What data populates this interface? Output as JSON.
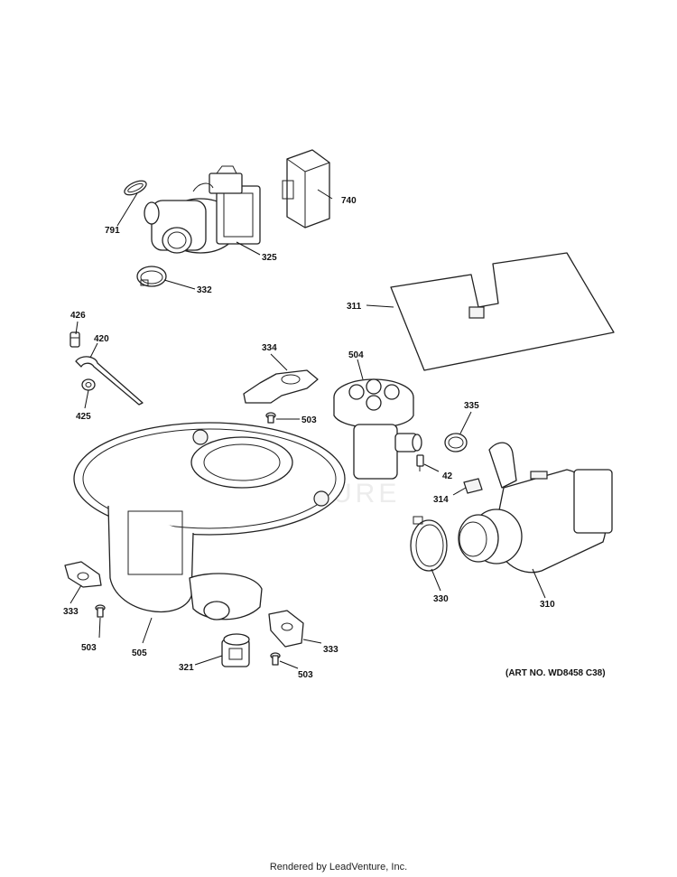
{
  "parts": {
    "p791": "791",
    "p740": "740",
    "p325": "325",
    "p332": "332",
    "p311": "311",
    "p426": "426",
    "p420": "420",
    "p425": "425",
    "p334": "334",
    "p504": "504",
    "p335": "335",
    "p503a": "503",
    "p42": "42",
    "p314": "314",
    "p330": "330",
    "p310": "310",
    "p333a": "333",
    "p503b": "503",
    "p505": "505",
    "p321": "321",
    "p333b": "333",
    "p503c": "503"
  },
  "watermark": "VENTURE",
  "art_number": "(ART NO. WD8458 C38)",
  "footer": "Rendered by LeadVenture, Inc."
}
